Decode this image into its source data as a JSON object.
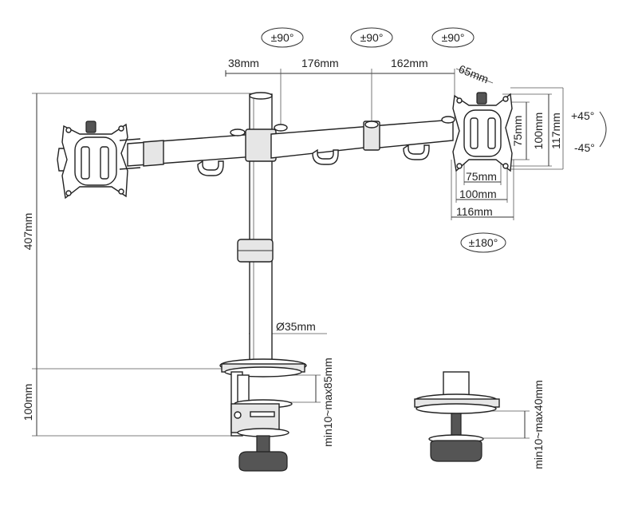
{
  "rotation": {
    "arm_left": "±90°",
    "arm_middle": "±90°",
    "arm_right": "±90°",
    "rotate": "±180°",
    "tilt_up": "+45°",
    "tilt_down": "-45°"
  },
  "dimensions": {
    "seg_38": "38mm",
    "seg_176": "176mm",
    "seg_162": "162mm",
    "seg_65": "65mm",
    "height_407": "407mm",
    "height_100": "100mm",
    "pole_diameter": "Ø35mm",
    "clamp_range": "min10~max85mm",
    "grommet_range": "min10~max40mm",
    "vesa_h_75": "75mm",
    "vesa_h_100": "100mm",
    "vesa_h_117": "117mm",
    "vesa_w_75": "75mm",
    "vesa_w_100": "100mm",
    "vesa_w_116": "116mm"
  },
  "colors": {
    "line": "#222222",
    "metal": "#e6e6e6",
    "knob": "#555555"
  }
}
